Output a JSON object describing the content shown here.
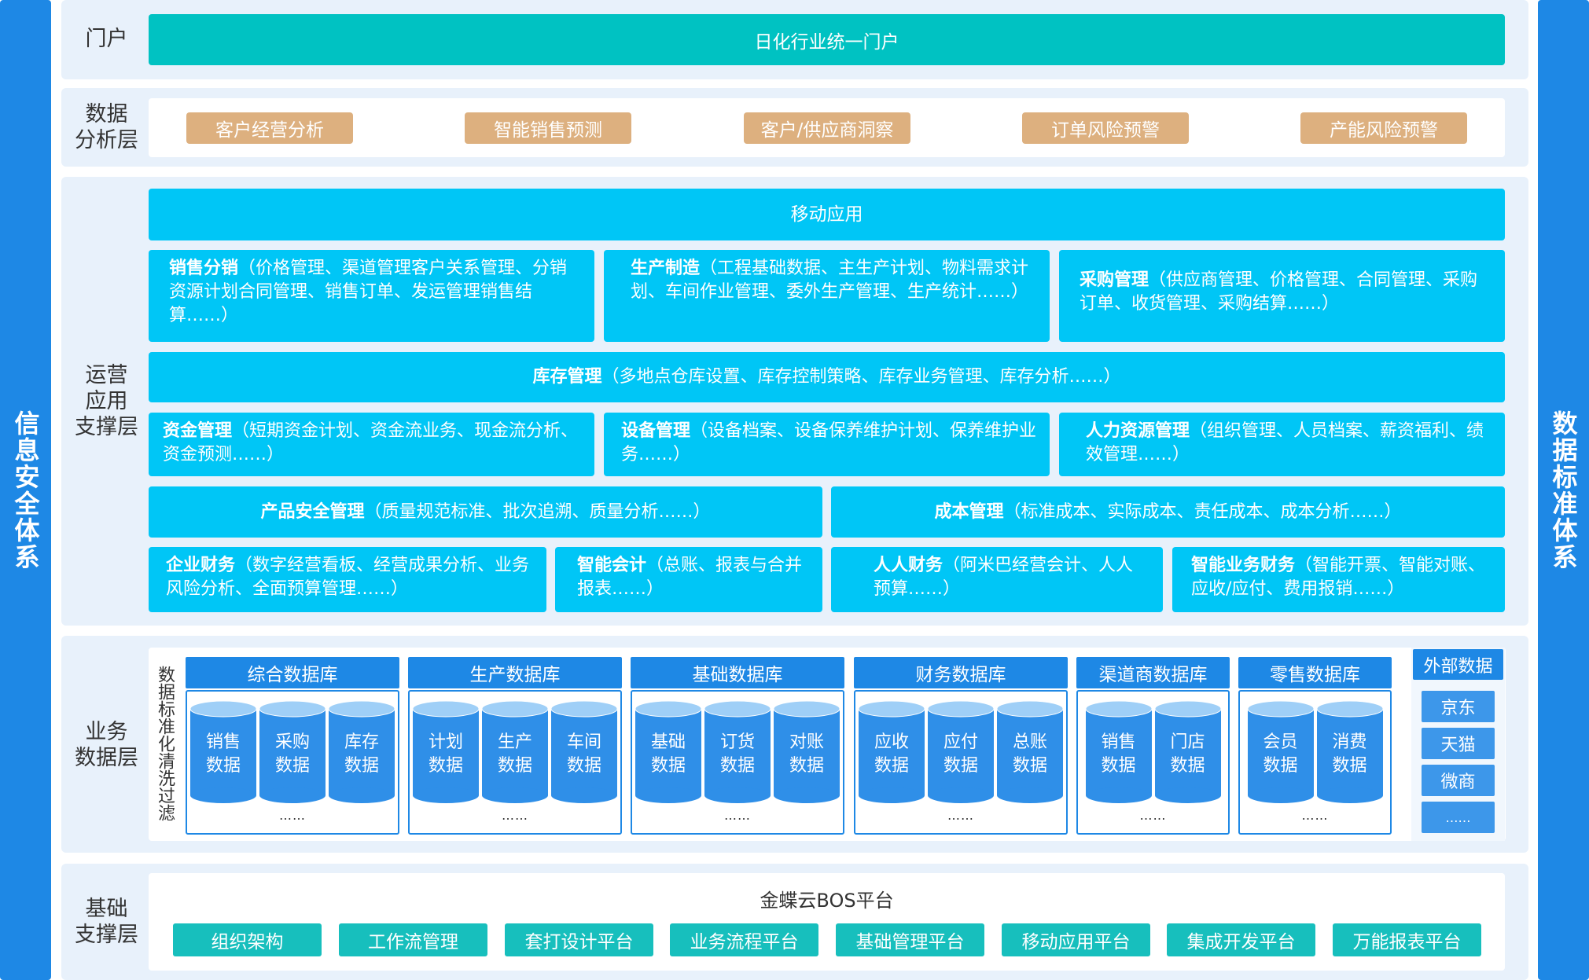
{
  "left_sidebar": {
    "label": "信息安全体系"
  },
  "right_sidebar": {
    "label": "数据标准体系"
  },
  "portal": {
    "label": "门户",
    "bar": "日化行业统一门户"
  },
  "analysis": {
    "label": "数据\n分析层",
    "items": [
      "客户经营分析",
      "智能销售预测",
      "客户/供应商洞察",
      "订单风险预警",
      "产能风险预警"
    ]
  },
  "operations": {
    "label": "运营\n应用\n支撑层",
    "mobile": "移动应用",
    "row1": [
      {
        "title": "销售分销",
        "desc": "（价格管理、渠道管理客户关系管理、分销资源计划合同管理、销售订单、发运管理销售结算……）"
      },
      {
        "title": "生产制造",
        "desc": "（工程基础数据、主生产计划、物料需求计划、车间作业管理、委外生产管理、生产统计……）"
      },
      {
        "title": "采购管理",
        "desc": "（供应商管理、价格管理、合同管理、采购订单、收货管理、采购结算……）"
      }
    ],
    "inventory": {
      "title": "库存管理",
      "desc": "（多地点仓库设置、库存控制策略、库存业务管理、库存分析……）"
    },
    "row3": [
      {
        "title": "资金管理",
        "desc": "（短期资金计划、资金流业务、现金流分析、资金预测……）"
      },
      {
        "title": "设备管理",
        "desc": "（设备档案、设备保养维护计划、保养维护业务……）"
      },
      {
        "title": "人力资源管理",
        "desc": "（组织管理、人员档案、薪资福利、绩效管理……）"
      }
    ],
    "row4": [
      {
        "title": "产品安全管理",
        "desc": "（质量规范标准、批次追溯、质量分析……）"
      },
      {
        "title": "成本管理",
        "desc": "（标准成本、实际成本、责任成本、成本分析……）"
      }
    ],
    "row5": [
      {
        "title": "企业财务",
        "desc": "（数字经营看板、经营成果分析、业务风险分析、全面预算管理……）"
      },
      {
        "title": "智能会计",
        "desc": "（总账、报表与合并报表……）"
      },
      {
        "title": "人人财务",
        "desc": "（阿米巴经营会计、人人预算……）"
      },
      {
        "title": "智能业务财务",
        "desc": "（智能开票、智能对账、应收/应付、费用报销……）"
      }
    ]
  },
  "business_data": {
    "label": "业务\n数据层",
    "cleaning_label": "数据标准化清洗过滤",
    "databases": [
      {
        "name": "综合数据库",
        "items": [
          "销售\n数据",
          "采购\n数据",
          "库存\n数据"
        ],
        "more": "……"
      },
      {
        "name": "生产数据库",
        "items": [
          "计划\n数据",
          "生产\n数据",
          "车间\n数据"
        ],
        "more": "……"
      },
      {
        "name": "基础数据库",
        "items": [
          "基础\n数据",
          "订货\n数据",
          "对账\n数据"
        ],
        "more": "……"
      },
      {
        "name": "财务数据库",
        "items": [
          "应收\n数据",
          "应付\n数据",
          "总账\n数据"
        ],
        "more": "……"
      },
      {
        "name": "渠道商数据库",
        "items": [
          "销售\n数据",
          "门店\n数据"
        ],
        "more": "……"
      },
      {
        "name": "零售数据库",
        "items": [
          "会员\n数据",
          "消费\n数据"
        ],
        "more": "……"
      }
    ],
    "external": {
      "title": "外部数据",
      "items": [
        "京东",
        "天猫",
        "微商",
        "……"
      ]
    }
  },
  "foundation": {
    "label": "基础\n支撑层",
    "platform": "金蝶云BOS平台",
    "items": [
      "组织架构",
      "工作流管理",
      "套打设计平台",
      "业务流程平台",
      "基础管理平台",
      "移动应用平台",
      "集成开发平台",
      "万能报表平台"
    ]
  },
  "colors": {
    "blue": "#1e88e5",
    "cyan": "#00c6f6",
    "teal": "#00c2c2",
    "chip": "#ddb07f"
  }
}
